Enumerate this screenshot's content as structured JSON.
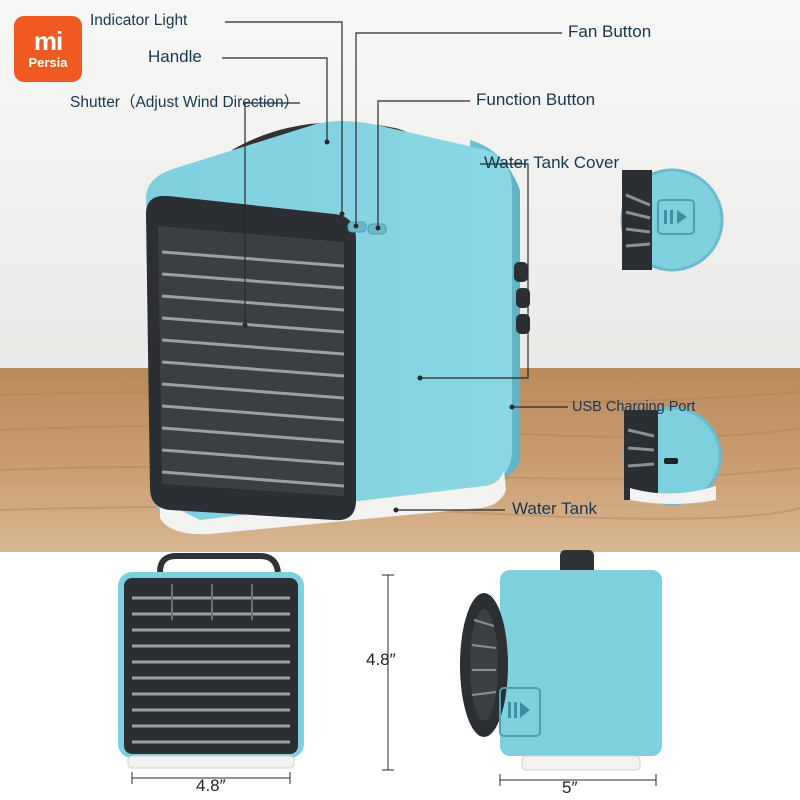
{
  "brand": {
    "logo_text": "mi",
    "logo_subtext": "Persia",
    "logo_color": "#f05a22"
  },
  "colors": {
    "body": "#7fd0df",
    "body_shadow": "#5fb3c4",
    "grille": "#2b2f33",
    "handle": "#2e3336",
    "callout_text": "#17374f",
    "leader_line": "#2a2a2a"
  },
  "callouts": {
    "indicator_light": "Indicator Light",
    "handle": "Handle",
    "shutter": "Shutter（Adjust Wind Direction）",
    "fan_button": "Fan Button",
    "function_button": "Function Button",
    "water_tank_cover": "Water Tank Cover",
    "usb_charging_port": "USB Charging Port",
    "water_tank": "Water Tank"
  },
  "dimensions": {
    "front_width": "4.8″",
    "height": "4.8″",
    "side_depth": "5″"
  }
}
